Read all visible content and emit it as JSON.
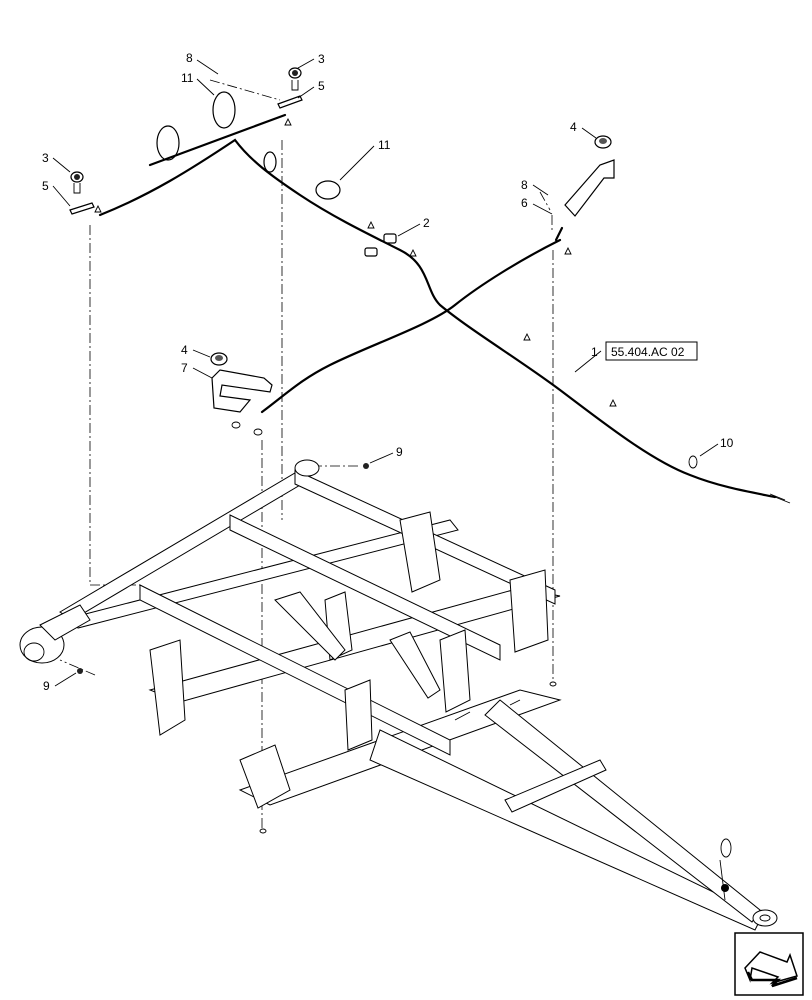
{
  "callouts": {
    "c1": "1",
    "c2": "2",
    "c3a": "3",
    "c3b": "3",
    "c4a": "4",
    "c4b": "4",
    "c5a": "5",
    "c5b": "5",
    "c6": "6",
    "c7": "7",
    "c8a": "8",
    "c8b": "8",
    "c9a": "9",
    "c9b": "9",
    "c10": "10",
    "c11a": "11",
    "c11b": "11"
  },
  "reference": "55.404.AC 02",
  "nav_icon": "next-page-arrow-icon"
}
